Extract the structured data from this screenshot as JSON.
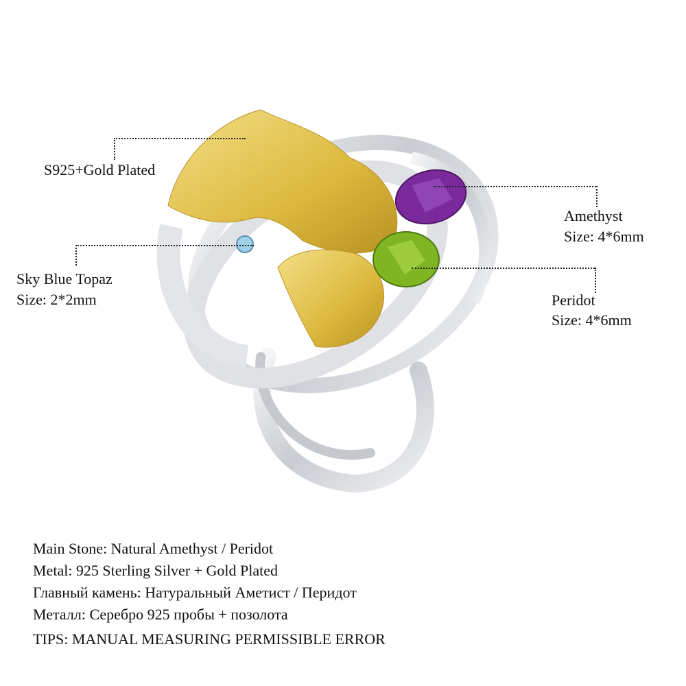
{
  "callouts": {
    "gold": {
      "title": "S925+Gold Plated"
    },
    "topaz": {
      "title": "Sky Blue Topaz",
      "size": "Size: 2*2mm"
    },
    "amethyst": {
      "title": "Amethyst",
      "size": "Size: 4*6mm"
    },
    "peridot": {
      "title": "Peridot",
      "size": "Size: 4*6mm"
    }
  },
  "specs": [
    "Main Stone: Natural Amethyst / Peridot",
    "Metal: 925 Sterling Silver + Gold Plated",
    "Главный камень: Натуральный Аметист / Перидот",
    "Металл: Серебро 925 пробы + позолота",
    "TIPS: MANUAL MEASURING PERMISSIBLE ERROR"
  ],
  "colors": {
    "silver": "#d9dce0",
    "gold": "#e6c955",
    "amethyst": "#7a2a9c",
    "peridot": "#7fb522",
    "topaz": "#9fd0ea"
  }
}
